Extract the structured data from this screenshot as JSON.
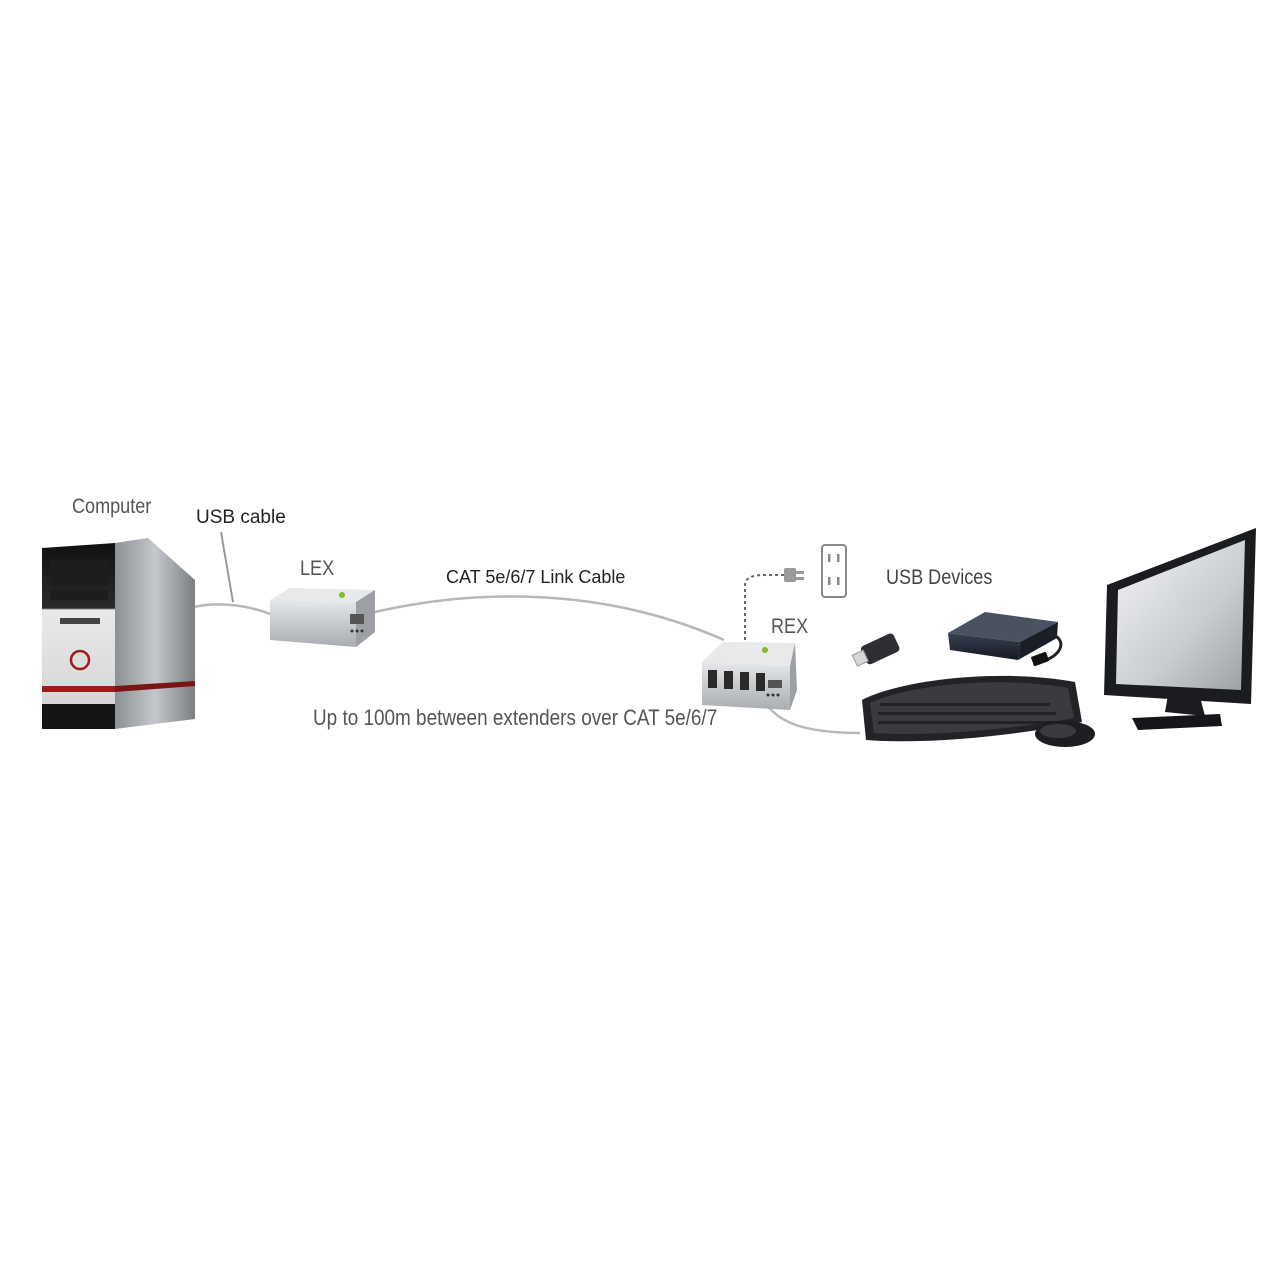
{
  "labels": {
    "computer": "Computer",
    "usb_cable": "USB cable",
    "lex": "LEX",
    "cat_link_cable": "CAT 5e/6/7 Link Cable",
    "rex": "REX",
    "usb_devices": "USB Devices",
    "distance_note": "Up to 100m between extenders over CAT 5e/6/7"
  },
  "colors": {
    "cable": "#b8b8b8",
    "tower_accent": "#9e1b1b",
    "unit_body": "#c9ccd0",
    "logo_green": "#7dbb2f"
  }
}
